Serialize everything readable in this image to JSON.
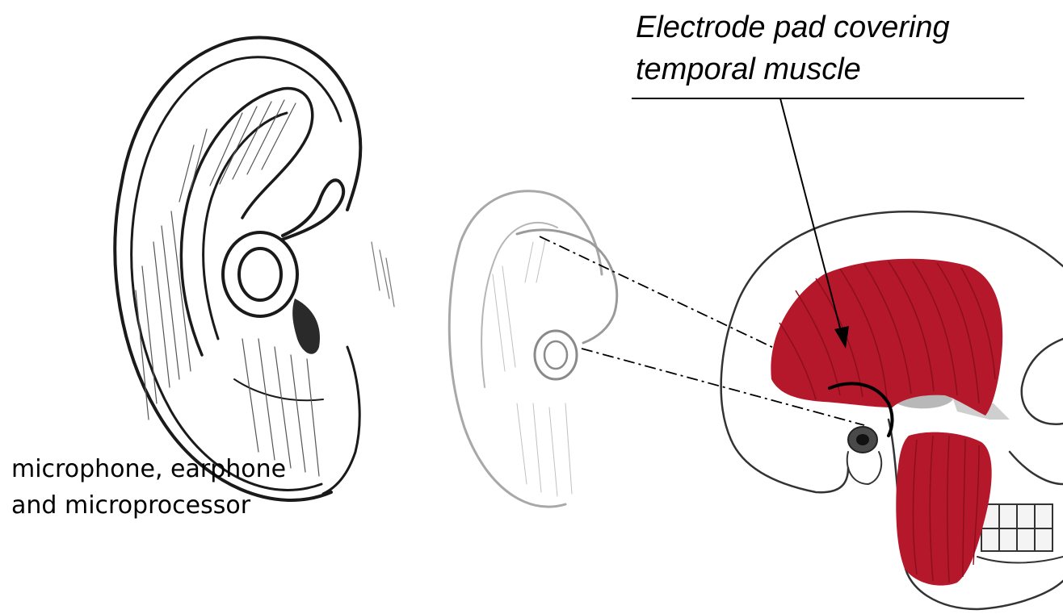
{
  "labels": {
    "device_line1": "microphone, earphone",
    "device_line2": "and microprocessor",
    "pad_line1": "Electrode pad covering",
    "pad_line2": "temporal muscle"
  },
  "colors": {
    "muscle": "#b5182a",
    "muscle_striation": "#8a0f1d",
    "ink": "#1a1a1a",
    "faint_ink": "#9a9a9a"
  },
  "icons": [
    "ear-sketch-icon",
    "faint-ear-sketch-icon",
    "skull-icon",
    "temporalis-muscle-icon",
    "masseter-muscle-icon",
    "electrode-arc-icon"
  ]
}
